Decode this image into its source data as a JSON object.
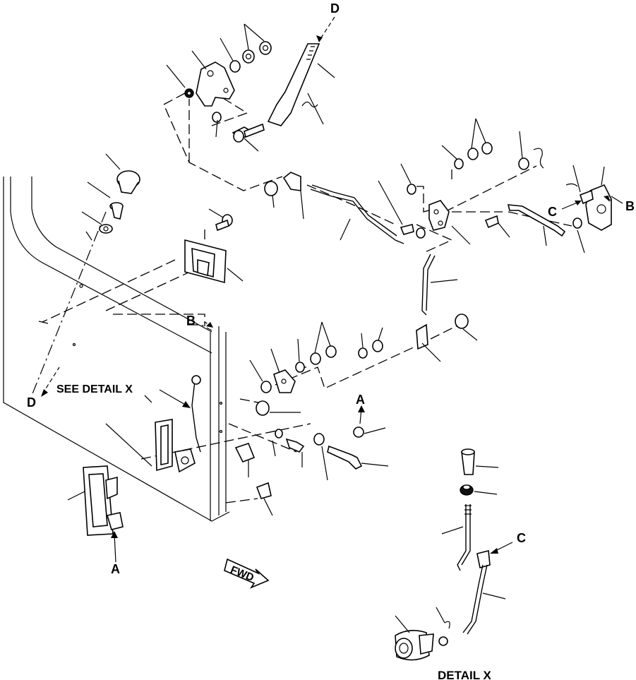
{
  "callouts": {
    "d_top": "D",
    "d_left": "D",
    "b_right": "B",
    "b_mid": "B",
    "c_right": "C",
    "c_detail": "C",
    "a_bottom": "A",
    "a_mid": "A"
  },
  "see_detail_label": "SEE DETAIL X",
  "detail_label": "DETAIL X",
  "fwd_label": "FWD"
}
